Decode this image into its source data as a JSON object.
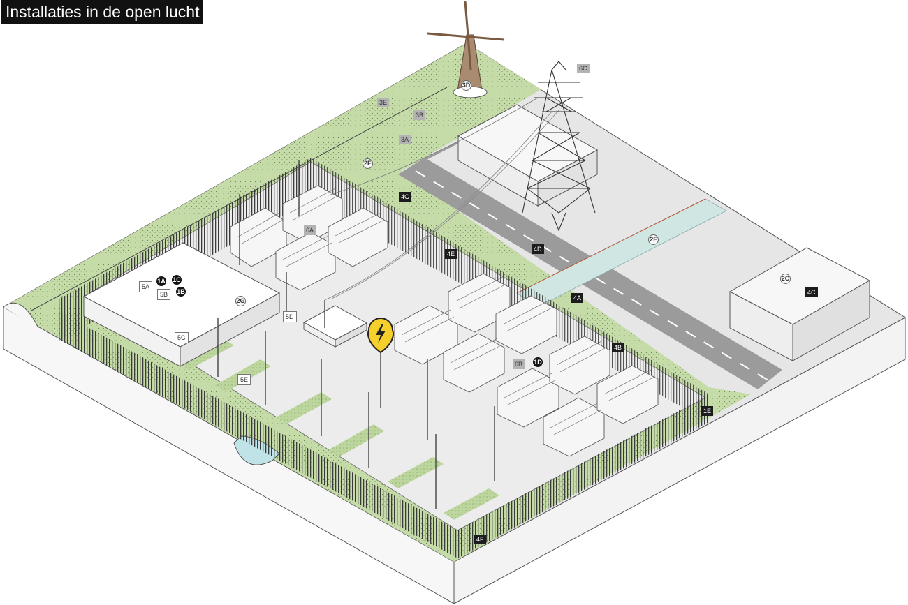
{
  "title": "Installaties in de open lucht",
  "labels": {
    "l_1A": "1A",
    "l_1B": "1B",
    "l_1C": "1C",
    "l_1D": "1D",
    "l_1E": "1E",
    "l_2C": "2C",
    "l_2E": "2E",
    "l_2F": "2F",
    "l_2G": "2G",
    "l_3A": "3A",
    "l_3B": "3B",
    "l_3D": "3D",
    "l_3E": "3E",
    "l_4A": "4A",
    "l_4B": "4B",
    "l_4C": "4C",
    "l_4D": "4D",
    "l_4E": "4E",
    "l_4F": "4F",
    "l_4G": "4G",
    "l_5A": "5A",
    "l_5B": "5B",
    "l_5C": "5C",
    "l_5D": "5D",
    "l_5E": "5E",
    "l_6A": "6A",
    "l_6B": "6B",
    "l_6C": "6C"
  },
  "colors": {
    "grass": "#c5dba8",
    "grass_dots": "#6f8a55",
    "yard": "#ebebeb",
    "side_face": "#f7f7f7",
    "road": "#9b9b9b",
    "water": "#cfe6e3",
    "fence": "#3b3b3b",
    "warning_pin": "#f5cf2a",
    "windmill": "#a88b70"
  },
  "icons": {
    "warning": "high-voltage-warning-icon",
    "windmill": "windmill-icon",
    "pylon": "transmission-tower-icon"
  }
}
